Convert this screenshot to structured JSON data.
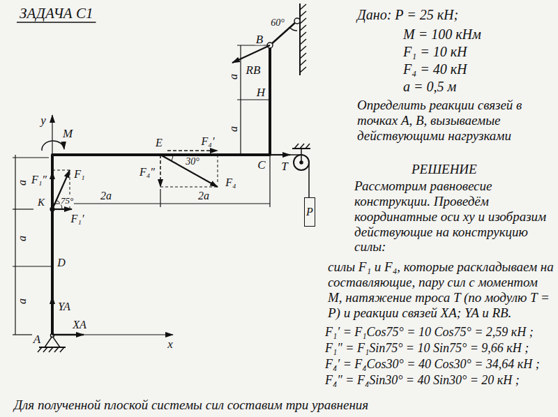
{
  "diagram": {
    "title": "ЗАДАЧА С1",
    "nodes": [
      {
        "text": [
          "P"
        ]
      }
    ],
    "labels": [
      "Дано: P = 25 кН;",
      "M = 100 кНм",
      "F₁ = 10 кН",
      "F₄ = 40 кН",
      "a = 0,5 м",
      "Определить реакции связей в точках A, B, вызываемые действующими нагрузками",
      "РЕШЕНИЕ",
      "Рассмотрим равновесие конструкции. Проведём координатные оси xy и изобразим действующие на конструкцию силы:",
      "силы F₁ и F₄, которые раскладываем на составляющие, пару сил с моментом M, натяжение троса T (по модулю T = P) и реакции связей XA; YA и RB.",
      "F₁′ = F₁Cos75° = 10 Cos75° = 2,59 кН ;",
      "F₁″ = F₁Sin75° = 10 Sin75° = 9,66 кН ;",
      "F₄′ = F₄Cos30° = 40 Cos30° = 34,64 кН ;",
      "F₄″ = F₄Sin30° = 40 Sin30° = 20 кН ;",
      "Для полученной плоской системы сил составим три уравнения",
      "B",
      "60°",
      "a",
      "RB",
      "H",
      "a",
      "y",
      "M",
      "E",
      "F₄′",
      "C",
      "T",
      "a",
      "F₁″",
      "F₁",
      "F₄″",
      "30°",
      "F₄",
      "2a",
      "2a",
      "K",
      "75°",
      "F₁′",
      "a",
      "D",
      "a",
      "YA",
      "A",
      "XA",
      "x"
    ]
  }
}
